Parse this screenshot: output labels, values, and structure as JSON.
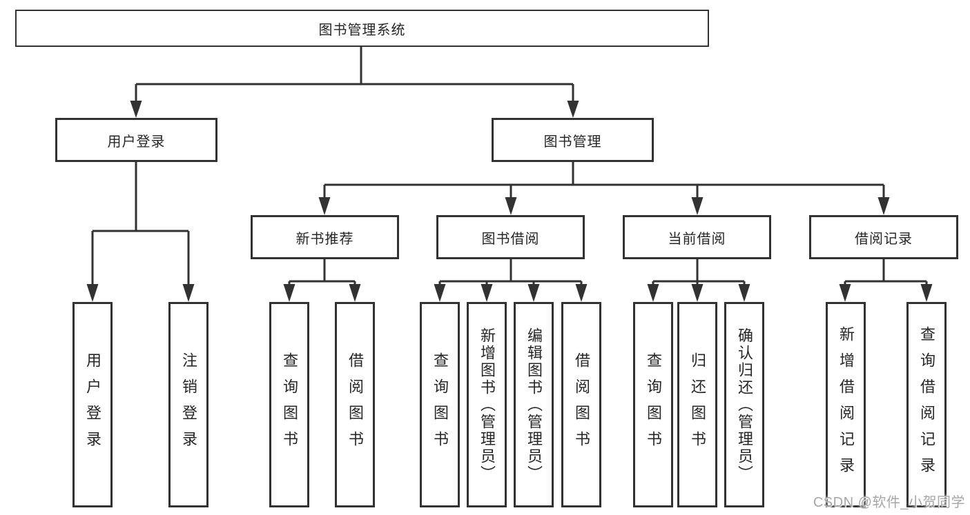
{
  "diagram": {
    "root": {
      "label": "图书管理系统"
    },
    "level2": [
      {
        "label": "用户登录"
      },
      {
        "label": "图书管理"
      }
    ],
    "level3": [
      {
        "label": "新书推荐"
      },
      {
        "label": "图书借阅"
      },
      {
        "label": "当前借阅"
      },
      {
        "label": "借阅记录"
      }
    ],
    "leaves": {
      "user_login": [
        "用户登录",
        "注销登录"
      ],
      "new_book": [
        "查询图书",
        "借阅图书"
      ],
      "book_borrow": [
        "查询图书",
        "新增图书（管理员）",
        "编辑图书（管理员）",
        "借阅图书"
      ],
      "current_borrow": [
        "查询图书",
        "归还图书",
        "确认归还（管理员）"
      ],
      "borrow_record": [
        "新增借阅记录",
        "查询借阅记录"
      ]
    }
  },
  "watermark": {
    "text": "CSDN @软件_小贺同学"
  },
  "colors": {
    "line": "#323232",
    "text": "#262626",
    "watermark": "#a6a6a6",
    "background": "#ffffff"
  }
}
